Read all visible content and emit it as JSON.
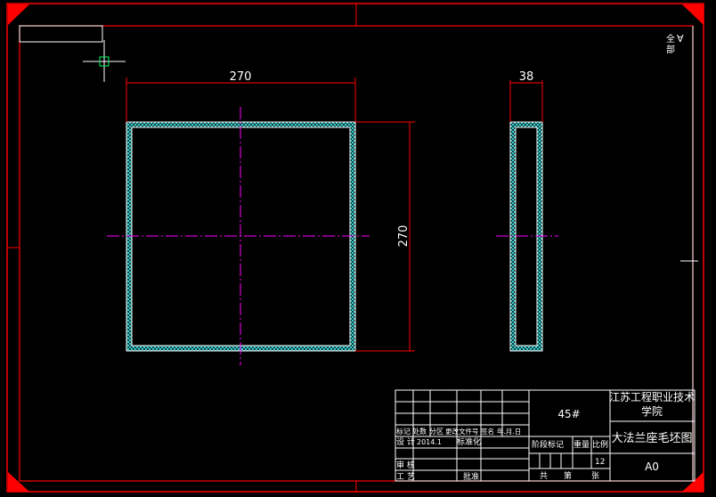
{
  "drawing": {
    "front_view": {
      "width_dim": "270",
      "height_dim": "270"
    },
    "side_view": {
      "thickness_dim": "38"
    },
    "roughness_note": {
      "label_line1": "全",
      "label_line2": "部",
      "symbol": "∀"
    }
  },
  "title_block": {
    "material": "45#",
    "school": "江苏工程职业技术",
    "school_line2": "学院",
    "drawing_name": "大法兰座毛坯图",
    "sheet_size": "A0",
    "row_labels": [
      "标记",
      "处数",
      "分区",
      "更改文件号",
      "签名",
      "年.月.日"
    ],
    "design": "设 计",
    "design_date": "2014.1",
    "standardize": "标准化",
    "review": "审 核",
    "process": "工 艺",
    "approve": "批准",
    "stage_mark": "阶段标记",
    "weight": "重量",
    "scale": "比例",
    "scale_value": "12",
    "total": "共",
    "sheet": "第",
    "sheets": "张"
  },
  "colors": {
    "frame": "#ff0000",
    "outline": "#ffffff",
    "hatch": "#40e0e0",
    "centerline": "#ff00ff",
    "cursor": "#00ff66"
  }
}
